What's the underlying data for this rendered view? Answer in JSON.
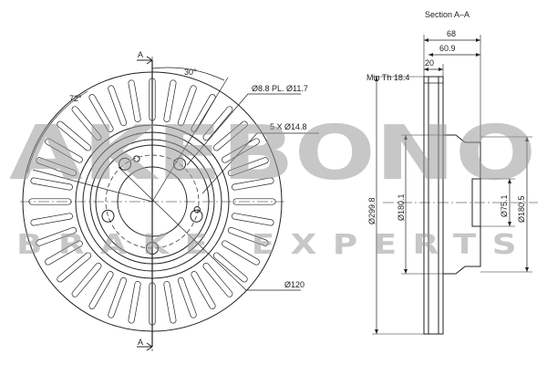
{
  "front_view": {
    "section_marker": "A",
    "angle_top": "30°",
    "angle_left": "72°",
    "callout_pl": "Ø8.8 PL. Ø11.7",
    "callout_holes": "5 X Ø14.8",
    "callout_pcd": "Ø120"
  },
  "section_view": {
    "title": "Section A–A",
    "dim_68": "68",
    "dim_60_9": "60.9",
    "dim_20": "20",
    "min_th": "Min Th 18.4",
    "dia_299_8": "Ø299.8",
    "dia_180_1": "Ø180.1",
    "dia_75_1": "Ø75.1",
    "dia_180_5": "Ø180.5"
  },
  "watermark": {
    "brand": "AKEBONO",
    "tagline": "BRAKE EXPERTS",
    "color": "#9a9a9a"
  }
}
